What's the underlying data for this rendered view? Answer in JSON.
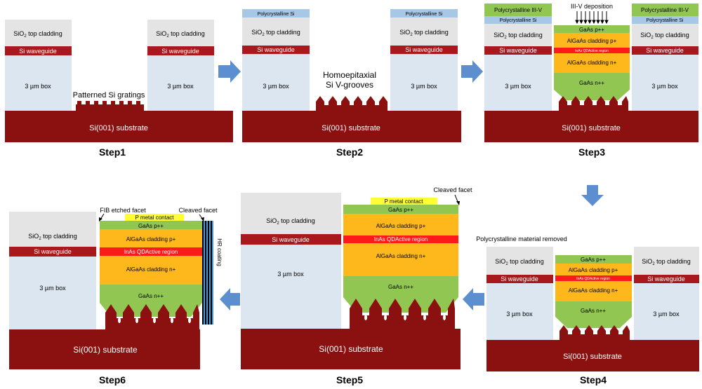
{
  "steps": {
    "step1": "Step1",
    "step2": "Step2",
    "step3": "Step3",
    "step4": "Step4",
    "step5": "Step5",
    "step6": "Step6"
  },
  "labels": {
    "substrate": "Si(001) substrate",
    "box": "3 µm box",
    "waveguide": "Si waveguide",
    "cladding_main": "SiO",
    "cladding_sub": "2",
    "cladding_rest": " top cladding",
    "patterned_gratings": "Patterned Si gratings",
    "homoepitaxial": "Homoepitaxial",
    "v_grooves": "Si V-grooves",
    "poly_si": "Polycrystalline Si",
    "poly_iiiv": "Polycrystalline III-V",
    "iiiv_deposition": "III-V deposition",
    "gaas_pp": "GaAs p++",
    "algaas_p": "AlGaAs cladding p+",
    "inas_qd": "InAs QDActive region",
    "algaas_n": "AlGaAs cladding n+",
    "gaas_nn": "GaAs n++",
    "poly_removed": "Polycrystalline material removed",
    "p_contact": "P metal contact",
    "cleaved_facet": "Cleaved facet",
    "fib_facet": "FIB etched facet",
    "hr_coating": "HR coating"
  },
  "colors": {
    "substrate": "#8b1010",
    "waveguide": "#a8181c",
    "box": "#dce6f0",
    "cladding": "#e4e4e4",
    "poly_si": "#a7c7e7",
    "green": "#92c653",
    "orange": "#ffb81c",
    "red": "#ff1a1a",
    "yellow": "#ffff33",
    "arrow": "#5b8fd0"
  }
}
